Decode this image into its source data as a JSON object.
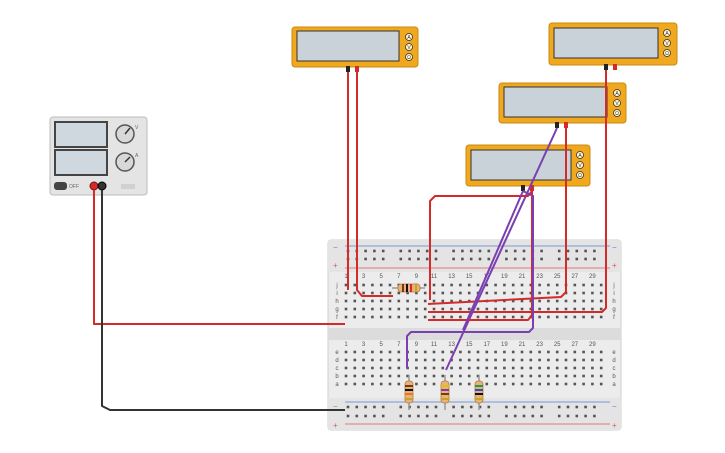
{
  "power_supply": {
    "name": "DC power supply",
    "button_label": "OFF",
    "brand": "",
    "knob_labels": [
      "",
      ""
    ],
    "display_color": "#cfd8de",
    "body_color": "#e6e6e6"
  },
  "multimeters": [
    {
      "id": "m1",
      "buttons": [
        "A",
        "V",
        "Ω"
      ]
    },
    {
      "id": "m2",
      "buttons": [
        "A",
        "V",
        "Ω"
      ]
    },
    {
      "id": "m3",
      "buttons": [
        "A",
        "V",
        "Ω"
      ]
    },
    {
      "id": "m4",
      "buttons": [
        "A",
        "V",
        "Ω"
      ]
    }
  ],
  "breadboard": {
    "rail_plus": "+",
    "rail_minus": "−",
    "row_letters_top": [
      "j",
      "i",
      "h",
      "g",
      "f"
    ],
    "row_letters_bottom": [
      "e",
      "d",
      "c",
      "b",
      "a"
    ],
    "column_numbers": [
      "1",
      "3",
      "5",
      "7",
      "9",
      "11",
      "13",
      "15",
      "17",
      "19",
      "21",
      "23",
      "25",
      "27",
      "29"
    ]
  },
  "colors": {
    "wire_red": "#d42a2a",
    "wire_black": "#333333",
    "wire_purple": "#7a3fb0",
    "multimeter_body": "#f0a81e",
    "multimeter_display": "#c8d2d8",
    "breadboard_body": "#ececec",
    "rail_red": "#e25353",
    "rail_blue": "#5b7fd6"
  }
}
